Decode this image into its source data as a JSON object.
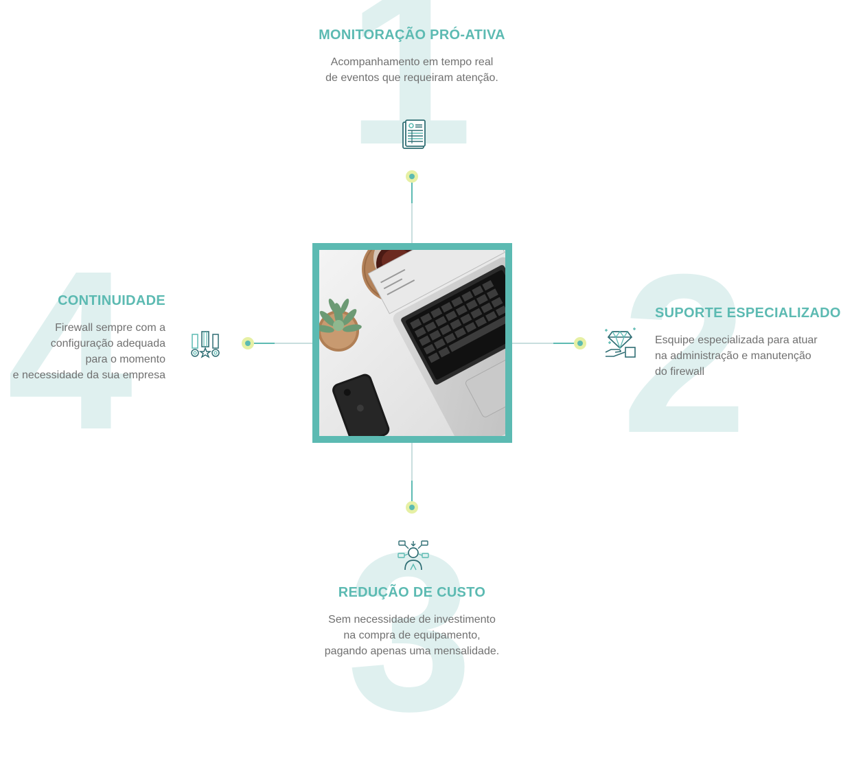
{
  "features": [
    {
      "number": "1",
      "title": "MONITORAÇÃO PRÓ-ATIVA",
      "description": "Acompanhamento em tempo real\nde eventos que requeiram atenção.",
      "icon": "document-report-icon"
    },
    {
      "number": "2",
      "title": "SUPORTE ESPECIALIZADO",
      "description": "Esquipe especializada para atuar\nna administração e manutenção\ndo firewall",
      "icon": "diamond-hand-icon"
    },
    {
      "number": "3",
      "title": "REDUÇÃO DE CUSTO",
      "description": "Sem necessidade de investimento\nna compra de equipamento,\npagando apenas uma mensalidade.",
      "icon": "person-network-icon"
    },
    {
      "number": "4",
      "title": "CONTINUIDADE",
      "description": "Firewall sempre com a\nconfiguração adequada\npara o momento\ne necessidade da sua empresa",
      "icon": "medals-icon"
    }
  ],
  "colors": {
    "accent": "#5cbab2",
    "number_watermark": "#dff0ef",
    "dot_halo": "#e6f0a4",
    "connector": "#c8dede",
    "text": "#707070"
  },
  "center_image": "desk-with-laptop-phone-plant-coffee"
}
